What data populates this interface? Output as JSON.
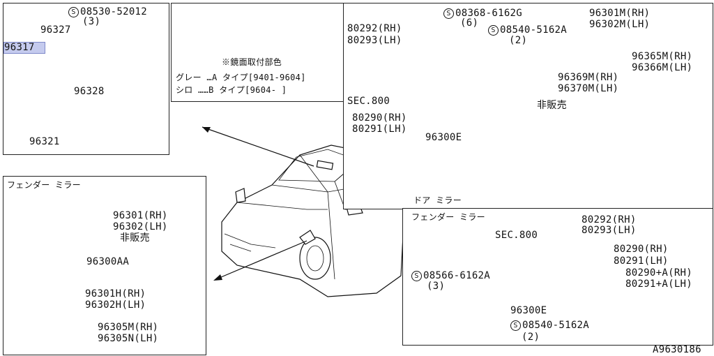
{
  "top_left": {
    "screw_part": "08530-52012",
    "screw_qty": "(3)",
    "parts": [
      "96327",
      "96317",
      "96328",
      "96321"
    ]
  },
  "top_center": {
    "note": "※鏡面取付部色",
    "line1": "グレー …A タイプ[9401-9604]",
    "line2": "シロ ……B タイプ[9604-      ]"
  },
  "top_right": {
    "screw1_part": "08368-6162G",
    "screw1_qty": "(6)",
    "screw2_part": "08540-5162A",
    "screw2_qty": "(2)",
    "p80292": "80292(RH)",
    "p80293": "80293(LH)",
    "p96301m": "96301M(RH)",
    "p96302m": "96302M(LH)",
    "p96365m": "96365M(RH)",
    "p96366m": "96366M(LH)",
    "p96369m": "96369M(RH)",
    "p96370m": "96370M(LH)",
    "sec": "SEC.800",
    "p80290": "80290(RH)",
    "p80291": "80291(LH)",
    "not_sold": "非販売",
    "p96300e": "96300E",
    "caption": "ドア ミラー"
  },
  "bottom_left": {
    "title": "フェンダー ミラー",
    "p96301": "96301(RH)",
    "p96302": "96302(LH)",
    "not_sold": "非販売",
    "p96300aa": "96300AA",
    "p96301h": "96301H(RH)",
    "p96302h": "96302H(LH)",
    "p96305m": "96305M(RH)",
    "p96305n": "96305N(LH)"
  },
  "bottom_right": {
    "title": "フェンダー ミラー",
    "p80292": "80292(RH)",
    "p80293": "80293(LH)",
    "sec": "SEC.800",
    "p80290": "80290(RH)",
    "p80291": "80291(LH)",
    "p80290a": "80290+A(RH)",
    "p80291a": "80291+A(LH)",
    "screw1_part": "08566-6162A",
    "screw1_qty": "(3)",
    "p96300e": "96300E",
    "screw2_part": "08540-5162A",
    "screw2_qty": "(2)"
  },
  "footer_code": "A9630186",
  "screw_symbol": "S"
}
